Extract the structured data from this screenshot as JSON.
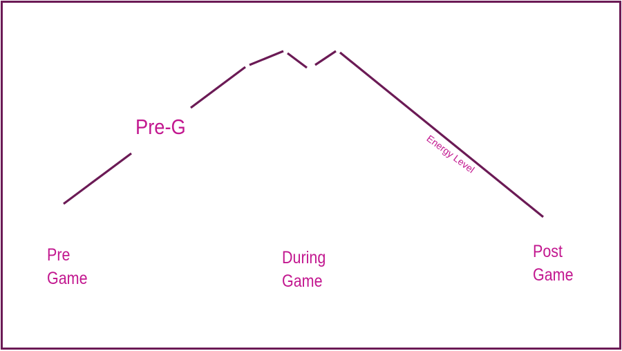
{
  "diagram": {
    "marker_label": "Pre-G",
    "curve_label": "Energy Level",
    "phases": {
      "pre": "Pre\nGame",
      "during": "During\nGame",
      "post": "Post\nGame"
    },
    "colors": {
      "line": "#6b1a55",
      "text": "#c2178f",
      "border": "#6b1a55",
      "background": "#ffffff"
    }
  }
}
